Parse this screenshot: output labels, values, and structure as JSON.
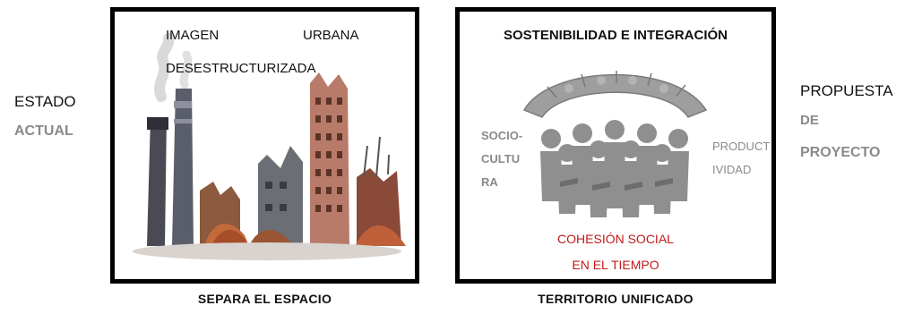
{
  "left_side": {
    "line1": "ESTADO",
    "line2": "ACTUAL"
  },
  "right_side": {
    "line1": "PROPUESTA",
    "line2": "DE",
    "line3": "PROYECTO"
  },
  "panel_left": {
    "text_imagen": "IMAGEN",
    "text_urbana": "URBANA",
    "text_desestructurizada": "DESESTRUCTURIZADA"
  },
  "panel_right": {
    "title": "SOSTENIBILIDAD E INTEGRACIÓN",
    "socio_line1": "SOCIO-",
    "socio_line2": "CULTU",
    "socio_line3": "RA",
    "product_line1": "PRODUCT",
    "product_line2": "IVIDAD",
    "cohesion_line1": "COHESIÓN SOCIAL",
    "cohesion_line2": "EN EL TIEMPO"
  },
  "captions": {
    "left": "SEPARA EL ESPACIO",
    "right": "TERRITORIO UNIFICADO"
  },
  "colors": {
    "accent_red": "#c21a1a",
    "grey_text": "#8a8a8a",
    "border": "#000000"
  }
}
